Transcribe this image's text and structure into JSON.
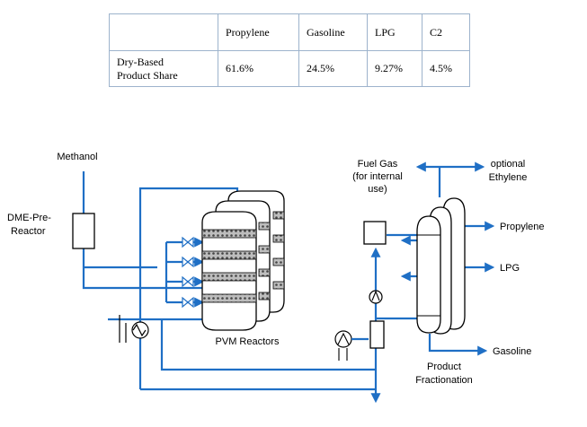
{
  "table": {
    "header": [
      "",
      "Propylene",
      "Gasoline",
      "LPG",
      "C2"
    ],
    "row_label_line1": "Dry-Based",
    "row_label_line2": "Product Share",
    "values": [
      "61.6%",
      "24.5%",
      "9.27%",
      "4.5%"
    ]
  },
  "diagram": {
    "methanol": "Methanol",
    "dme_line1": "DME-Pre-",
    "dme_line2": "Reactor",
    "pvm_reactors": "PVM Reactors",
    "fuel_gas_line1": "Fuel Gas",
    "fuel_gas_line2": "(for internal",
    "fuel_gas_line3": "use)",
    "optional_line1": "optional",
    "optional_line2": "Ethylene",
    "propylene": "Propylene",
    "lpg": "LPG",
    "gasoline": "Gasoline",
    "fractionation_line1": "Product",
    "fractionation_line2": "Fractionation"
  },
  "colors": {
    "pipe": "#1f6fc5",
    "table_border": "#9db3cc",
    "outline": "#000000"
  }
}
